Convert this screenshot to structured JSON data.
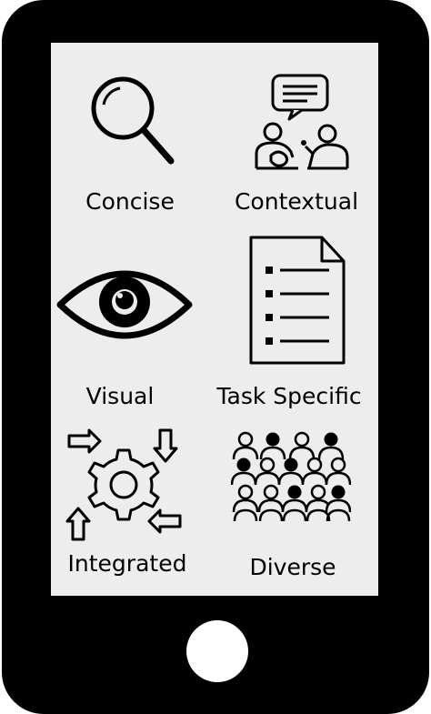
{
  "phone": {
    "items": [
      {
        "label": "Concise",
        "icon": "magnifier-icon"
      },
      {
        "label": "Contextual",
        "icon": "people-conversation-icon"
      },
      {
        "label": "Visual",
        "icon": "eye-icon"
      },
      {
        "label": "Task Specific",
        "icon": "checklist-document-icon"
      },
      {
        "label": "Integrated",
        "icon": "gear-arrows-icon"
      },
      {
        "label": "Diverse",
        "icon": "crowd-icon"
      }
    ]
  }
}
